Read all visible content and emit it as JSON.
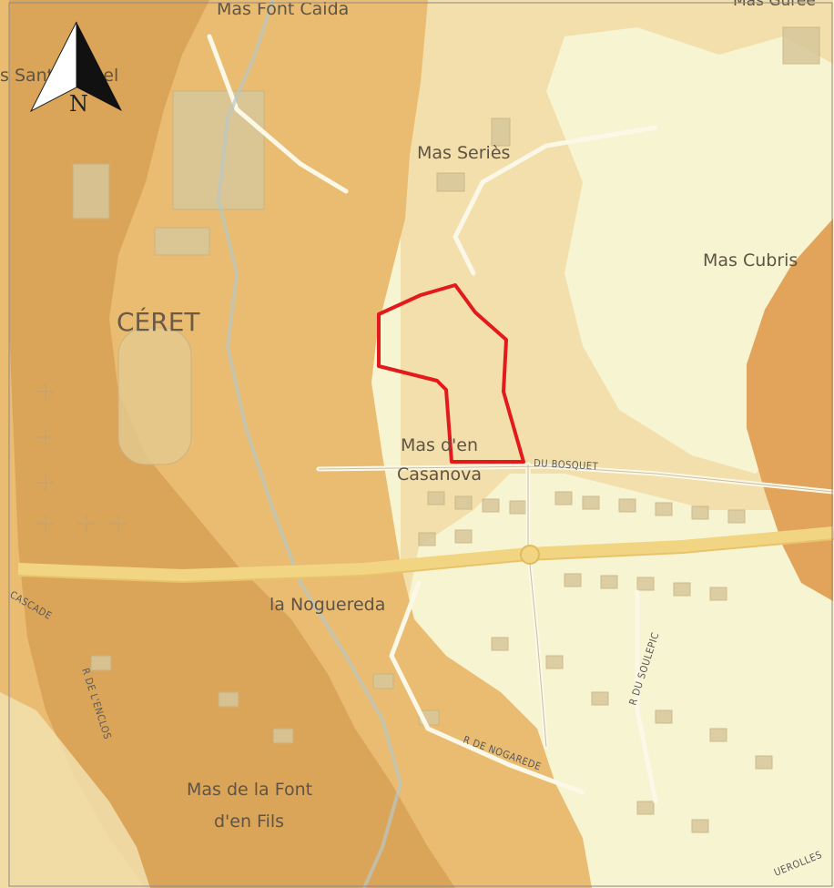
{
  "map": {
    "place_labels": {
      "mas_font_caida": "Mas Font Caida",
      "mas_sant_roquel": "s Sant Roquel",
      "mas_series": "Mas Seriès",
      "mas_cubris": "Mas Cubris",
      "ceret": "CÉRET",
      "mas_den_casanova_line1": "Mas d'en",
      "mas_den_casanova_line2": "Casanova",
      "la_noguereda": "la Noguereda",
      "mas_de_la_font_line1": "Mas de la Font",
      "mas_de_la_font_line2": "d'en Fils",
      "mas_top_right": "Mas Guree"
    },
    "street_labels": {
      "du_bosquet": "DU BOSQUET",
      "du_soulepic": "R DU SOULEPIC",
      "de_lencios": "R DE L'ENCLOS",
      "cascade": "CASCADE",
      "de_nogarede": "R DE NOGAREDE",
      "uerolles": "UEROLLES"
    },
    "north_arrow": {
      "icon": "north-arrow-icon",
      "label": "N"
    },
    "colors": {
      "background": "#f7f4d2",
      "hazard_light": "#f1d9a0",
      "hazard_medium": "#e6b96d",
      "hazard_dark": "#d79f4f",
      "road_main": "#f0cf70",
      "outline_red": "#e31a1c"
    }
  }
}
